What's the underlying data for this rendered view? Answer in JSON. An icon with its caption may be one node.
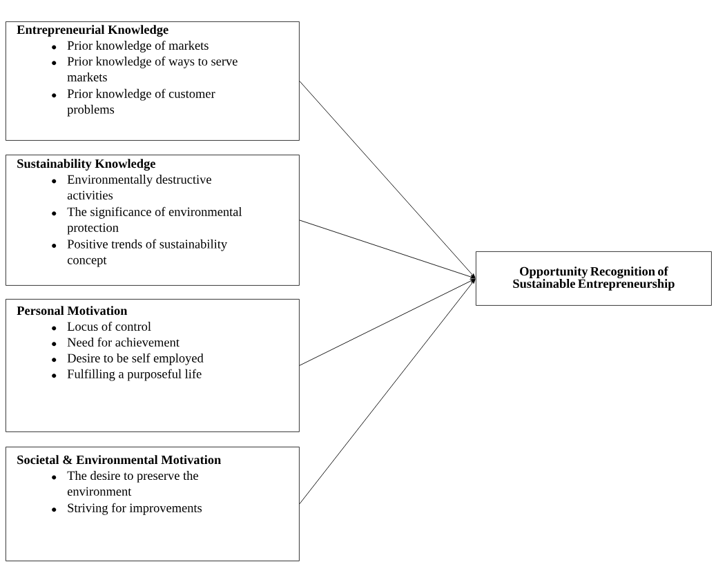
{
  "diagram": {
    "nodes": [
      {
        "text": [
          "Entrepreneurial Knowledge",
          "Prior knowledge of markets",
          "Prior knowledge of ways to serve markets",
          "Prior knowledge of customer problems"
        ]
      },
      {
        "text": [
          "Sustainability Knowledge",
          "Environmentally destructive activities",
          "The significance of environmental protection",
          "Positive trends of sustainability concept"
        ]
      },
      {
        "text": [
          "Personal Motivation",
          "Locus of control",
          "Need for achievement",
          "Desire to be self employed",
          "Fulfilling a purposeful life"
        ]
      },
      {
        "text": [
          "Societal & Environmental Motivation",
          "The desire to preserve the environment",
          "Striving for improvements"
        ]
      },
      {
        "text": [
          "Opportunity Recognition of Sustainable Entrepreneurship"
        ]
      }
    ],
    "edges": [
      {
        "from": 0,
        "to": 4,
        "arrow": "to"
      },
      {
        "from": 1,
        "to": 4,
        "arrow": "to"
      },
      {
        "from": 2,
        "to": 4,
        "arrow": "to"
      },
      {
        "from": 3,
        "to": 4,
        "arrow": "to"
      }
    ]
  }
}
